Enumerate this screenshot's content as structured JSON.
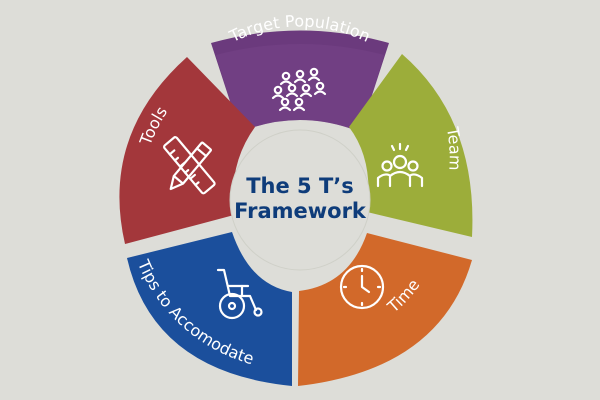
{
  "diagram": {
    "center": {
      "line1": "The 5 T’s",
      "line2": "Framework"
    },
    "segments": [
      {
        "key": "target",
        "label": "Target Population",
        "color": "#6b3a7d",
        "light": "#7d4a8f",
        "icon": "people-group-icon"
      },
      {
        "key": "team",
        "label": "Team",
        "color": "#9cad3a",
        "light": "#b0bf4e",
        "icon": "team-icon"
      },
      {
        "key": "time",
        "label": "Time",
        "color": "#d2692a",
        "light": "#e07c3c",
        "icon": "clock-icon"
      },
      {
        "key": "tips",
        "label": "Tips to Accomodate",
        "color": "#1b4f9c",
        "light": "#2d62ad",
        "icon": "wheelchair-icon"
      },
      {
        "key": "tools",
        "label": "Tools",
        "color": "#a3373b",
        "light": "#b44a4c",
        "icon": "pencil-ruler-icon"
      }
    ]
  }
}
